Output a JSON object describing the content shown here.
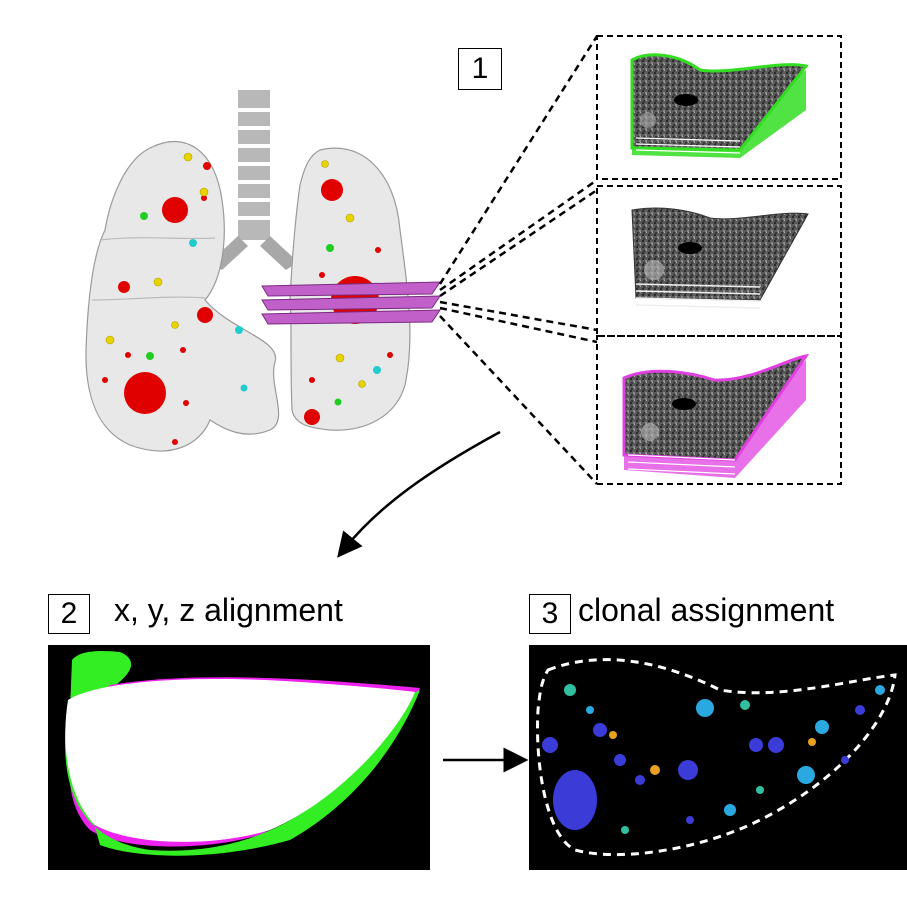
{
  "steps": [
    {
      "number": "1",
      "label": ""
    },
    {
      "number": "2",
      "label": "x, y, z alignment"
    },
    {
      "number": "3",
      "label": "clonal assignment"
    }
  ],
  "colors": {
    "lung_fill": "#e8e8e8",
    "lung_stroke": "#9a9a9a",
    "trachea": "#b0b0b0",
    "tumor_red": "#e00000",
    "dot_yellow": "#e8d400",
    "dot_green": "#22cc22",
    "dot_cyan": "#22cccc",
    "slab_purple": "#c060c8",
    "slice_green": "#33dd22",
    "slice_magenta": "#e040e0",
    "panel_black": "#000000",
    "align_green": "#33ee22",
    "align_magenta": "#ee22ee",
    "clone_blue": "#3b3bd8",
    "clone_cyan": "#2aa8e0",
    "clone_orange": "#e8a020",
    "clone_teal": "#30c0a0"
  },
  "icons": [
    "lung-illustration",
    "ct-slice-stack",
    "curved-arrow",
    "right-arrow"
  ]
}
